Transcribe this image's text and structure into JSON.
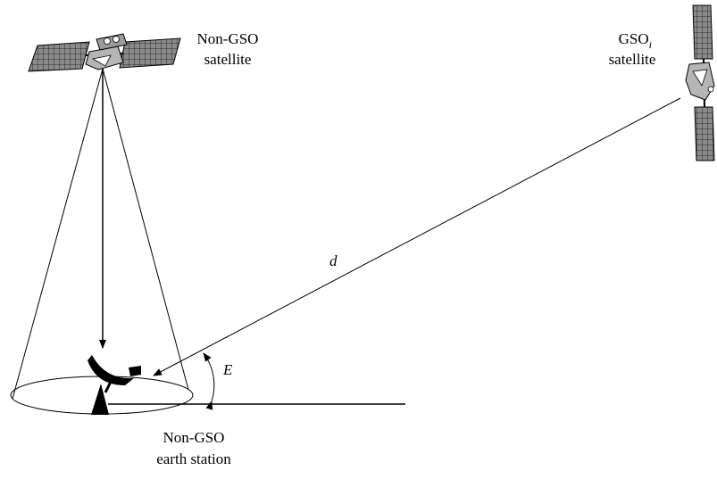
{
  "labels": {
    "non_gso_satellite": [
      "Non-GSO",
      "satellite"
    ],
    "gso_satellite": {
      "prefix": "GSO",
      "subscript": "i",
      "line2": "satellite"
    },
    "earth_station": [
      "Non-GSO",
      "earth station"
    ],
    "distance": "d",
    "elevation": "E"
  },
  "colors": {
    "line": "#000000",
    "panel_fill": "#8a8a8a",
    "body_fill": "#b5b5b5",
    "dish_fill": "#000000"
  }
}
